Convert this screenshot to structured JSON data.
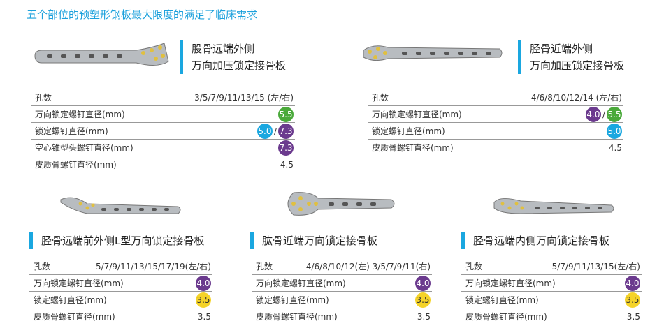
{
  "headline": "五个部位的预塑形钢板最大限度的满足了临床需求",
  "colors": {
    "green": "#4aa93a",
    "blue": "#1aa7e0",
    "purple": "#6b3a8e",
    "yellow": "#f5d328"
  },
  "panels": [
    {
      "title1": "股骨远端外侧",
      "title2": "万向加压锁定接骨板",
      "rows": [
        {
          "label": "孔数",
          "value": "3/5/7/9/11/13/15 (左/右)"
        },
        {
          "label": "万向锁定螺钉直径(mm)",
          "badges": [
            {
              "v": "5.5",
              "c": "green"
            }
          ]
        },
        {
          "label": "锁定螺钉直径(mm)",
          "badges": [
            {
              "v": "5.0",
              "c": "blue"
            },
            {
              "v": "7.3",
              "c": "purple"
            }
          ]
        },
        {
          "label": "空心锥型头螺钉直径(mm)",
          "badges": [
            {
              "v": "7.3",
              "c": "purple"
            }
          ]
        },
        {
          "label": "皮质骨螺钉直径(mm)",
          "value": "4.5"
        }
      ]
    },
    {
      "title1": "胫骨近端外侧",
      "title2": "万向加压锁定接骨板",
      "rows": [
        {
          "label": "孔数",
          "value": "4/6/8/10/12/14 (左/右)"
        },
        {
          "label": "万向锁定螺钉直径(mm)",
          "badges": [
            {
              "v": "4.0",
              "c": "purple"
            },
            {
              "v": "5.5",
              "c": "green"
            }
          ]
        },
        {
          "label": "锁定螺钉直径(mm)",
          "badges": [
            {
              "v": "5.0",
              "c": "blue"
            }
          ]
        },
        {
          "label": "皮质骨螺钉直径(mm)",
          "value": "4.5"
        }
      ]
    },
    {
      "title1": "胫骨远端前外侧L型万向锁定接骨板",
      "rows": [
        {
          "label": "孔数",
          "value": "5/7/9/11/13/15/17/19(左/右)"
        },
        {
          "label": "万向锁定螺钉直径(mm)",
          "badges": [
            {
              "v": "4.0",
              "c": "purple"
            }
          ]
        },
        {
          "label": "锁定螺钉直径(mm)",
          "badges": [
            {
              "v": "3.5",
              "c": "yellow"
            }
          ]
        },
        {
          "label": "皮质骨螺钉直径(mm)",
          "value": "3.5"
        }
      ]
    },
    {
      "title1": "肱骨近端万向锁定接骨板",
      "rows": [
        {
          "label": "孔数",
          "value": "4/6/8/10/12(左)  3/5/7/9/11(右)"
        },
        {
          "label": "万向锁定螺钉直径(mm)",
          "badges": [
            {
              "v": "4.0",
              "c": "purple"
            }
          ]
        },
        {
          "label": "锁定螺钉直径(mm)",
          "badges": [
            {
              "v": "3.5",
              "c": "yellow"
            }
          ]
        },
        {
          "label": "皮质骨螺钉直径(mm)",
          "value": "3.5"
        }
      ]
    },
    {
      "title1": "胫骨远端内侧万向锁定接骨板",
      "rows": [
        {
          "label": "孔数",
          "value": "5/7/9/11/13/15(左/右)"
        },
        {
          "label": "万向锁定螺钉直径(mm)",
          "badges": [
            {
              "v": "4.0",
              "c": "purple"
            }
          ]
        },
        {
          "label": "锁定螺钉直径(mm)",
          "badges": [
            {
              "v": "3.5",
              "c": "yellow"
            }
          ]
        },
        {
          "label": "皮质骨螺钉直径(mm)",
          "value": "3.5"
        }
      ]
    }
  ]
}
